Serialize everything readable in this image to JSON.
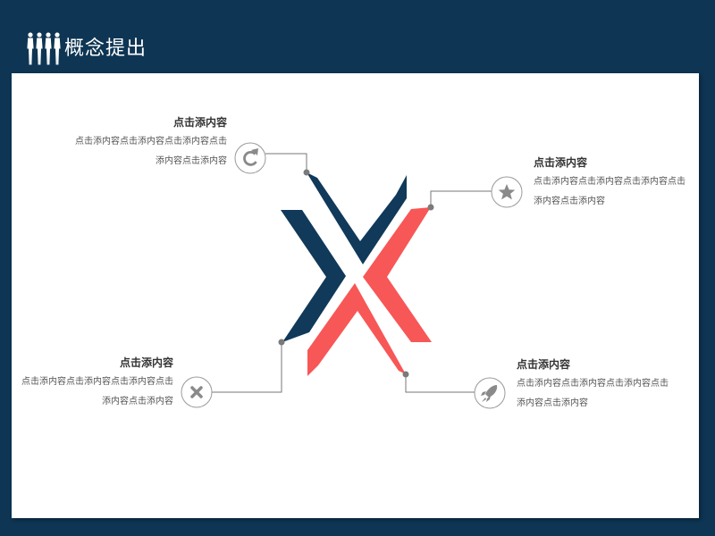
{
  "header": {
    "title": "概念提出",
    "icon": "people-silhouette-icon"
  },
  "colors": {
    "background": "#0e3553",
    "navy": "#10395a",
    "coral": "#f75756",
    "line": "#777777",
    "icon_gray": "#8a8a8a"
  },
  "items": [
    {
      "title": "点击添内容",
      "line1": "点击添内容点击添内容点击添内容点击",
      "line2": "添内容点击添内容",
      "icon": "refresh-icon"
    },
    {
      "title": "点击添内容",
      "line1": "点击添内容点击添内容点击添内容点击",
      "line2": "添内容点击添内容",
      "icon": "star-icon"
    },
    {
      "title": "点击添内容",
      "line1": "点击添内容点击添内容点击添内容点击",
      "line2": "添内容点击添内容",
      "icon": "close-icon"
    },
    {
      "title": "点击添内容",
      "line1": "点击添内容点击添内容点击添内容点击",
      "line2": "添内容点击添内容",
      "icon": "rocket-icon"
    }
  ]
}
